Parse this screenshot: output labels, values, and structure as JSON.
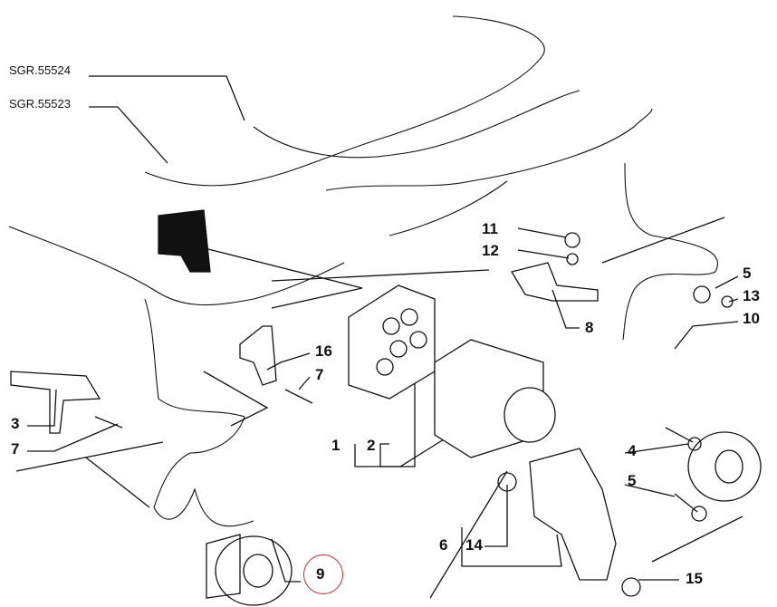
{
  "references": [
    "SGR.55524",
    "SGR.55523"
  ],
  "callouts": {
    "c11": "11",
    "c12": "12",
    "c5a": "5",
    "c13": "13",
    "c10": "10",
    "c8": "8",
    "c16": "16",
    "c7a": "7",
    "c3": "3",
    "c7b": "7",
    "c1": "1",
    "c2": "2",
    "c4": "4",
    "c5b": "5",
    "c14": "14",
    "c6": "6",
    "c15": "15",
    "c9": "9"
  },
  "highlight": {
    "callout": "9",
    "color": "#d9232a"
  }
}
